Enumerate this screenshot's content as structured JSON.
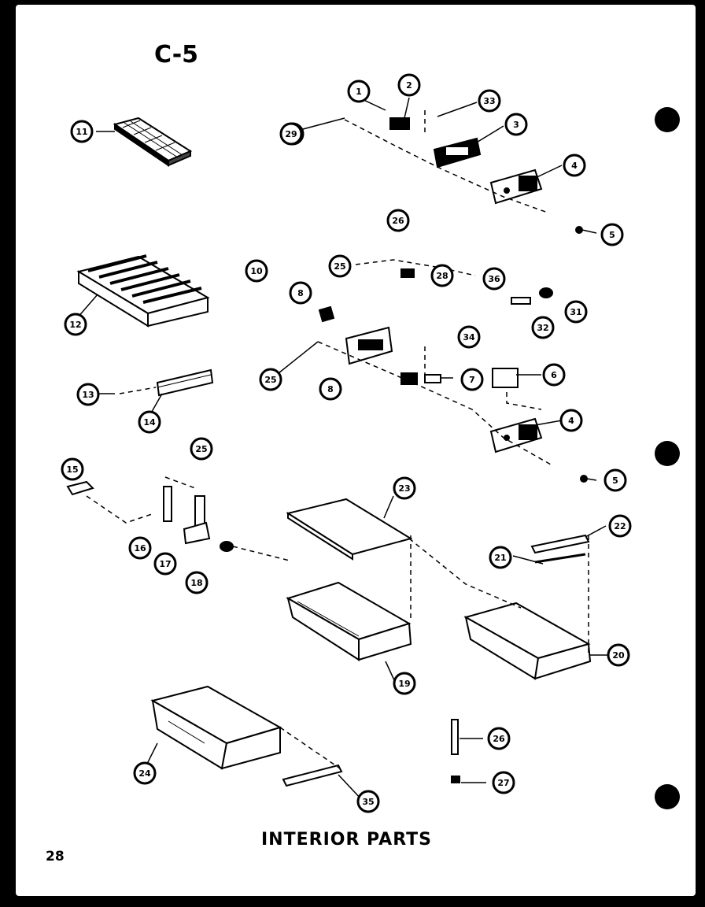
{
  "title": "C-5",
  "caption": "INTERIOR PARTS",
  "page_number": "28",
  "callout_labels": [
    "11",
    "12",
    "13",
    "14",
    "15",
    "16",
    "17",
    "18",
    "19",
    "20",
    "21",
    "22",
    "23",
    "24",
    "25",
    "25",
    "25",
    "25",
    "26",
    "26",
    "27",
    "28",
    "29",
    "31",
    "32",
    "33",
    "34",
    "35",
    "36",
    "1",
    "2",
    "3",
    "4",
    "4",
    "5",
    "5",
    "6",
    "7",
    "8",
    "8",
    "10"
  ]
}
